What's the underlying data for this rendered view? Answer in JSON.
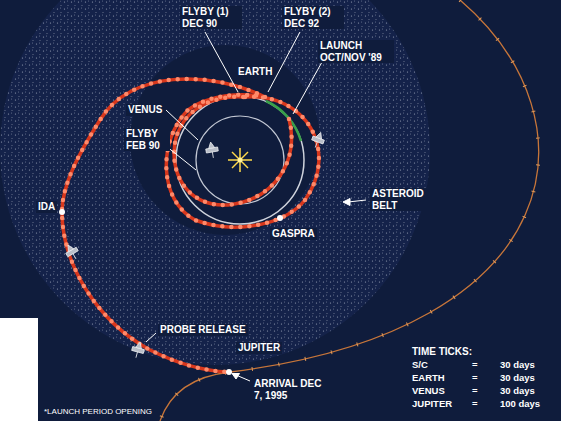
{
  "diagram": {
    "labels": [
      "FLYBY (1) DEC 90",
      "FLYBY (2) DEC 92",
      "LAUNCH OCT/NOV '89",
      "EARTH",
      "VENUS",
      "FLYBY FEB 90",
      "IDA",
      "GASPRA",
      "ASTEROID BELT",
      "PROBE RELEASE",
      "JUPITER",
      "ARRIVAL DEC 7, 1995",
      "*LAUNCH PERIOD OPENING",
      "TIME TICKS:",
      "S/C",
      "=",
      "30 days",
      "EARTH",
      "=",
      "30 days",
      "VENUS",
      "=",
      "30 days",
      "JUPITER",
      "=",
      "100 days"
    ]
  }
}
